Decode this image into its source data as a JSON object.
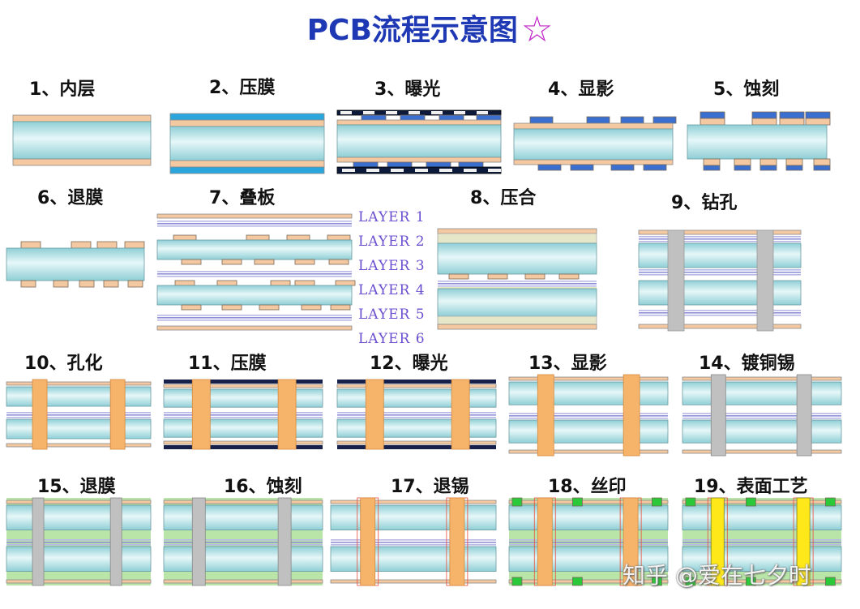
{
  "title": "PCB流程示意图",
  "title_star": "☆",
  "watermark": "知乎 @爱在七夕时",
  "layer_labels": [
    "LAYER 1",
    "LAYER 2",
    "LAYER 3",
    "LAYER 4",
    "LAYER 5",
    "LAYER 6"
  ],
  "steps": [
    {
      "num": "1",
      "name": "内层"
    },
    {
      "num": "2",
      "name": "压膜"
    },
    {
      "num": "3",
      "name": "曝光"
    },
    {
      "num": "4",
      "name": "显影"
    },
    {
      "num": "5",
      "name": "蚀刻"
    },
    {
      "num": "6",
      "name": "退膜"
    },
    {
      "num": "7",
      "name": "叠板"
    },
    {
      "num": "8",
      "name": "压合"
    },
    {
      "num": "9",
      "name": "钻孔"
    },
    {
      "num": "10",
      "name": "孔化"
    },
    {
      "num": "11",
      "name": "压膜"
    },
    {
      "num": "12",
      "name": "曝光"
    },
    {
      "num": "13",
      "name": "显影"
    },
    {
      "num": "14",
      "name": "镀铜锡"
    },
    {
      "num": "15",
      "name": "退膜"
    },
    {
      "num": "16",
      "name": "蚀刻"
    },
    {
      "num": "17",
      "name": "退锡"
    },
    {
      "num": "18",
      "name": "丝印"
    },
    {
      "num": "19",
      "name": "表面工艺"
    }
  ],
  "colors": {
    "core": "#bfe7ec",
    "copper": "#f4c8a0",
    "film": "#2aa6dc",
    "resist": "#3a6fd0",
    "mask_black": "#0e1a3c",
    "prepreg": "#b8b8e6",
    "hole": "#c0c0c0",
    "plating": "#f6b36a",
    "tin_red": "#e94b3c",
    "soldermask": "#b9e6a8",
    "silkscreen": "#2bc83a",
    "finish": "#ffe81a"
  }
}
